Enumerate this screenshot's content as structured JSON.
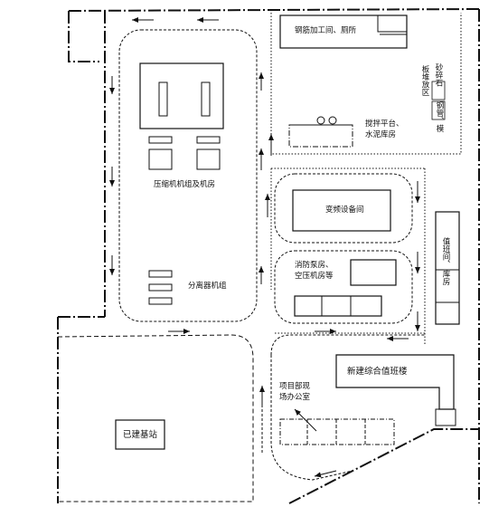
{
  "labels": {
    "steel_shop": "钢筋加工间、厕所",
    "sand_stone": "砂碎石",
    "pipe_stack": "钢管、模",
    "material_area": "板堆放区",
    "mixing": "搅拌平台、",
    "cement": "水泥库房",
    "compressor": "压缩机机组及机房",
    "separator": "分离器机组",
    "vfd_room": "变频设备间",
    "fire_pump_1": "消防泵房、",
    "fire_pump_2": "空压机房等",
    "duty_room": "值班间、",
    "warehouse": "库房",
    "new_building": "新建综合值班楼",
    "project_office_1": "项目部现",
    "project_office_2": "场办公室",
    "base_station": "已建基站"
  }
}
